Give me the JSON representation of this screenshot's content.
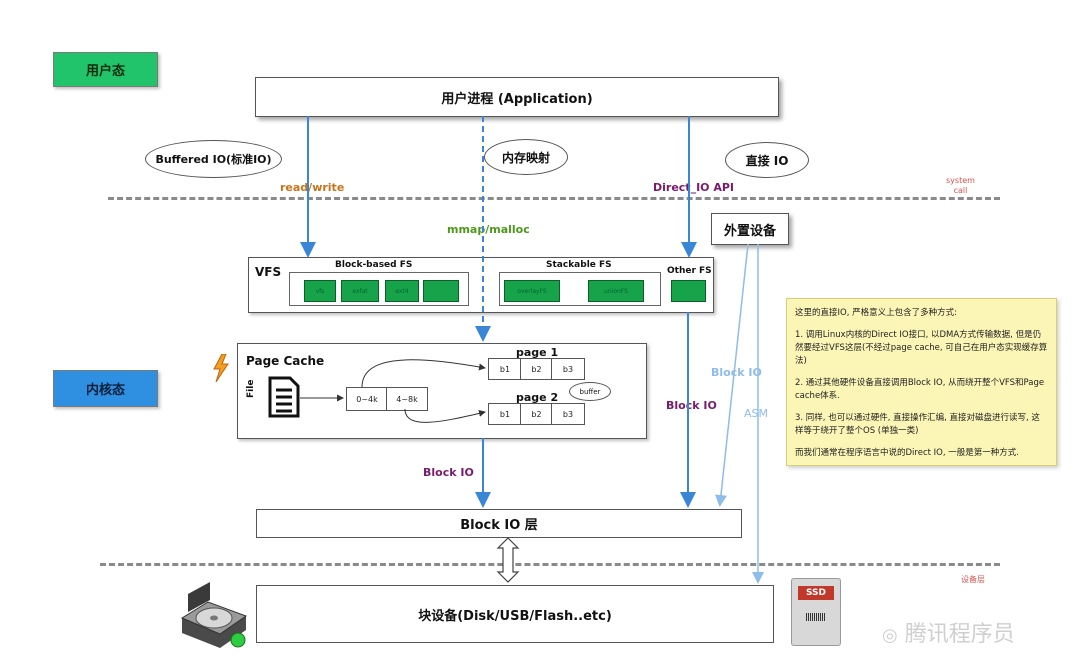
{
  "tags": {
    "user_mode": "用户态",
    "kernel_mode": "内核态"
  },
  "boxes": {
    "app": "用户进程 (Application)",
    "block_io_layer": "Block IO 层",
    "block_device": "块设备(Disk/USB/Flash..etc)",
    "external_device": "外置设备"
  },
  "clouds": {
    "buffered_io": "Buffered IO(标准IO)",
    "mem_map": "内存映射",
    "direct_io": "直接 IO"
  },
  "labels": {
    "read_write": "read/write",
    "direct_io_api": "Direct_IO API",
    "mmap_malloc": "mmap/malloc",
    "system_call": "system\ncall",
    "block_io_left": "Block IO",
    "block_io_mid": "Block IO",
    "block_io_right": "Block IO",
    "asm": "ASM",
    "device_layer": "设备层"
  },
  "vfs": {
    "title": "VFS",
    "block_based_title": "Block-based FS",
    "block_based": [
      "vfs",
      "exfat",
      "ext4",
      ""
    ],
    "stackable_title": "Stackable FS",
    "stackable": [
      "overlayFS",
      "unionFS"
    ],
    "other_title": "Other FS"
  },
  "page_cache": {
    "title": "Page Cache",
    "file_label": "File",
    "ranges": [
      "0~4k",
      "4~8k"
    ],
    "page1_title": "page 1",
    "page1_cells": [
      "b1",
      "b2",
      "b3"
    ],
    "page2_title": "page 2",
    "page2_cells": [
      "b1",
      "b2",
      "b3"
    ],
    "buffer_label": "buffer"
  },
  "ssd_label": "SSD",
  "watermark": "腾讯程序员",
  "note": {
    "p1": "这里的直接IO, 严格意义上包含了多种方式:",
    "p2": "1. 调用Linux内核的Direct IO接口, 以DMA方式传输数据, 但是仍然要经过VFS这层(不经过page cache, 可自己在用户态实现缓存算法)",
    "p3": "2. 通过其他硬件设备直接调用Block IO, 从而绕开整个VFS和Page cache体系.",
    "p4": "3. 同样, 也可以通过硬件, 直接操作汇编, 直接对磁盘进行读写, 这样等于绕开了整个OS (单独一类)",
    "p5": "而我们通常在程序语言中说的Direct IO, 一般是第一种方式."
  },
  "colors": {
    "arrow_blue": "#3a86d6",
    "light_blue": "#8dbde8",
    "orange_label": "#c8731a",
    "purple_label": "#7a1a6b",
    "green_label": "#4c9a1a",
    "red_label": "#d9534f",
    "fs_green": "#17a34a",
    "note_yellow": "#fbf5b6"
  }
}
